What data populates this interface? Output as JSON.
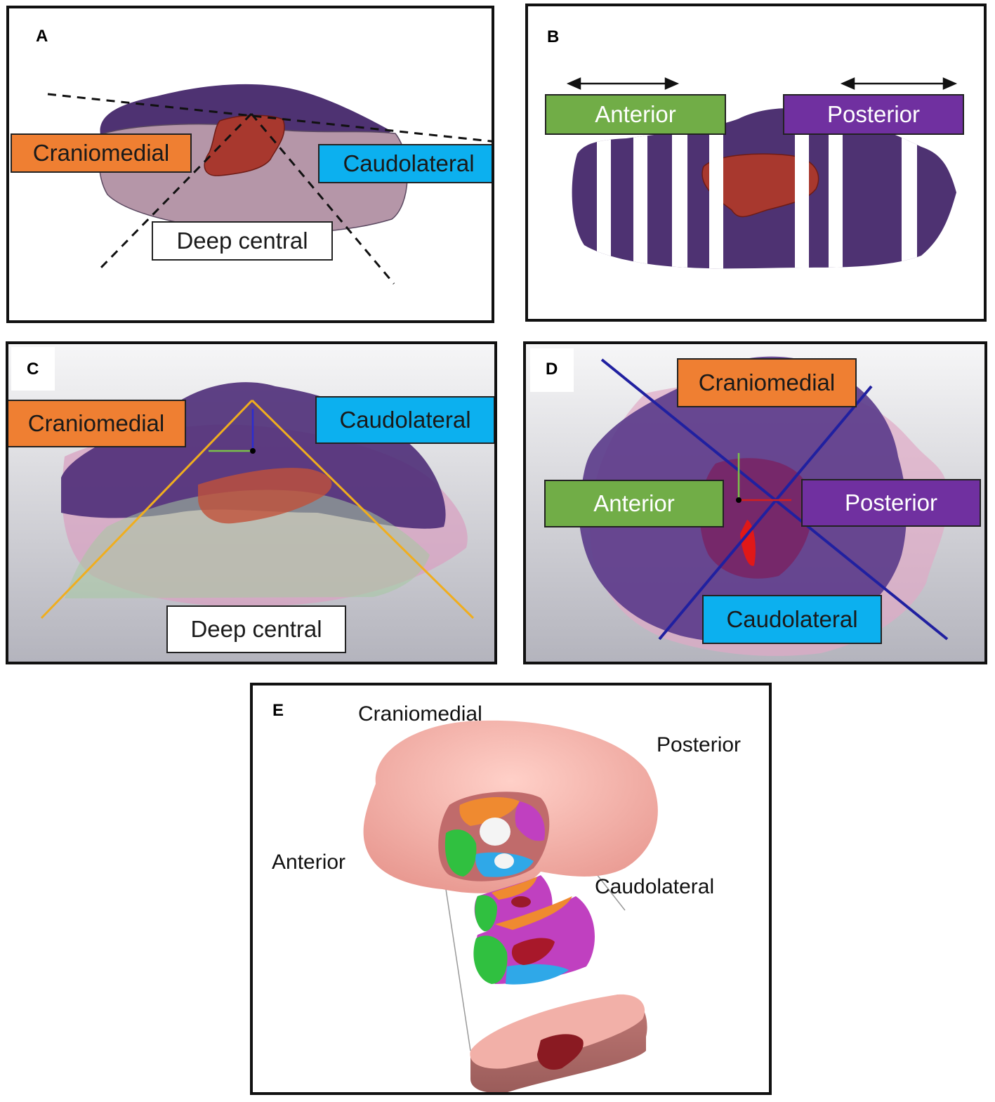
{
  "panels": {
    "a": {
      "letter": "A",
      "craniomedial": "Craniomedial",
      "caudolateral": "Caudolateral",
      "deep_central": "Deep central"
    },
    "b": {
      "letter": "B",
      "anterior": "Anterior",
      "posterior": "Posterior"
    },
    "c": {
      "letter": "C",
      "craniomedial": "Craniomedial",
      "caudolateral": "Caudolateral",
      "deep_central": "Deep central"
    },
    "d": {
      "letter": "D",
      "craniomedial": "Craniomedial",
      "anterior": "Anterior",
      "posterior": "Posterior",
      "caudolateral": "Caudolateral"
    },
    "e": {
      "letter": "E",
      "craniomedial": "Craniomedial",
      "posterior": "Posterior",
      "anterior": "Anterior",
      "caudolateral": "Caudolateral"
    }
  },
  "colors": {
    "craniomedial": "#ef7f32",
    "caudolateral": "#0cb0ef",
    "anterior": "#71ad47",
    "posterior": "#7030a0",
    "lesion": "#a8382e",
    "mass_dark": "#4e3272",
    "mass_light": "#b596a8",
    "slab_pink": "#f0a8a0"
  }
}
